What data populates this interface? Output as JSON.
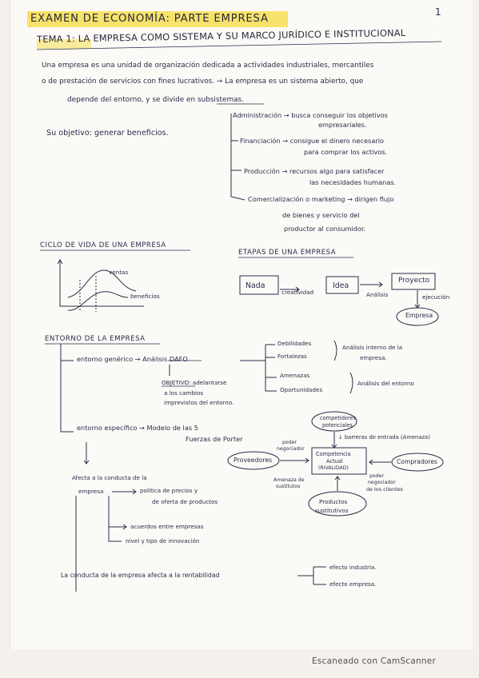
{
  "page_number": "1",
  "title": "EXAMEN DE ECONOMÍA: PARTE EMPRESA",
  "tema": "TEMA 1: LA EMPRESA COMO SISTEMA Y SU MARCO JURÍDICO E INSTITUCIONAL",
  "intro_lines": [
    "Una empresa es una unidad de organización dedicada a actividades industriales, mercantiles",
    "o de prestación de servicios con fines lucrativos. → La empresa es un sistema abierto, que",
    "depende del entorno, y se divide en subsistemas."
  ],
  "objective": "Su objetivo: generar beneficios.",
  "subsystems": [
    [
      "Administración → busca conseguir los objetivos",
      "empresariales."
    ],
    [
      "Financiación → consigue el dinero necesario",
      "para comprar los activos."
    ],
    [
      "Producción → recursos algo para satisfacer",
      "las necesidades humanas."
    ],
    [
      "Comercialización o marketing → dirigen flujo",
      "de bienes y servicio del",
      "productor al consumidor."
    ]
  ],
  "life_cycle": {
    "title": "CICLO DE VIDA DE UNA EMPRESA",
    "label_sales": "ventas",
    "label_profit": "beneficios"
  },
  "stages": {
    "title": "ETAPAS DE UNA EMPRESA",
    "nada": "Nada",
    "creatividad": "creatividad",
    "idea": "Idea",
    "analisis": "Análisis",
    "proyecto": "Proyecto",
    "ejecucion": "ejecución",
    "empresa": "Empresa"
  },
  "environment": {
    "title": "ENTORNO DE LA EMPRESA",
    "generic": "entorno genérico → Análisis DAFO",
    "objective_lines": [
      "OBJETIVO: adelantarse",
      "a los cambios",
      "imprevistos del entorno."
    ],
    "debilidades": "Debilidades",
    "fortalezas": "Fortalezas",
    "internal": [
      "Análisis interno de la",
      "empresa."
    ],
    "amenazas": "Amenazas",
    "oportunidades": "Oportunidades",
    "external": "Análisis del entorno",
    "specific": "entorno específico → Modelo de las 5",
    "porter": "Fuerzas de Porter",
    "competidores": [
      "competidores",
      "potenciales"
    ],
    "barreras": "↓ barreras de entrada (Amenaza)",
    "proveedores": "Proveedores",
    "poder_neg": [
      "poder",
      "negociador"
    ],
    "competencia": [
      "Competencia",
      "Actual",
      "(RIVALIDAD)"
    ],
    "compradores": "Compradores",
    "poder_clientes": [
      "poder",
      "negociador",
      "de los clientes"
    ],
    "amenaza_sust": [
      "Amenaza de",
      "sustitutos"
    ],
    "sustitutos": [
      "Productos",
      "sustitutivos"
    ],
    "afecta": [
      "Afecta a la conducta de la",
      "empresa"
    ],
    "politica": [
      "política de precios y",
      "de oferta de productos"
    ],
    "acuerdos": "acuerdos entre empresas",
    "nivel": "nivel y tipo de innovación",
    "conducta": "La conducta de la empresa afecta a la rentabilidad",
    "efecto_ind": "efecto industria.",
    "efecto_emp": "efecto empresa."
  },
  "scanner": "Escaneado con CamScanner"
}
